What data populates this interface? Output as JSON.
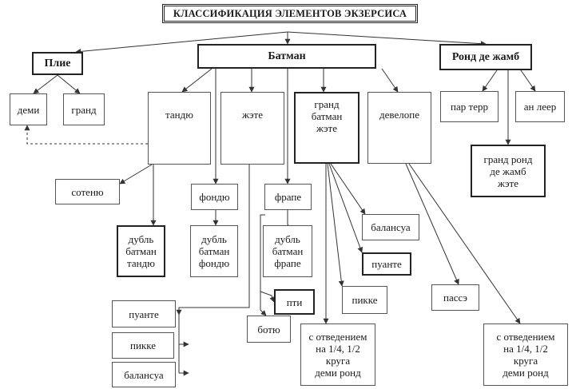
{
  "title": "КЛАССИФИКАЦИЯ ЭЛЕМЕНТОВ ЭКЗЕРСИСА",
  "nodes": {
    "plie": "Плие",
    "batman": "Батман",
    "rond_de_jambe": "Ронд де жамб",
    "demi": "деми",
    "grand": "гранд",
    "tendu": "тандю",
    "jete": "жэте",
    "grand_battement_jete": "гранд\nбатман\nжэте",
    "developpe": "девелопе",
    "par_terre": "пар терр",
    "en_lair": "ан леер",
    "grand_rond_de_jambe_jete": "гранд ронд\nде жамб\nжэте",
    "soutenu": "сотеню",
    "fondu": "фондю",
    "frappe": "фрапе",
    "double_battement_tendu": "дубль\nбатман\nтандю",
    "double_battement_fondu": "дубль\nбатман\nфондю",
    "double_battement_frappe": "дубль\nбатман\nфрапе",
    "balancoire_1": "балансуа",
    "pointe_1": "пуанте",
    "piquet_1": "пикке",
    "petit": "пти",
    "battu": "ботю",
    "passe": "пассэ",
    "pointe_2": "пуанте",
    "piquet_2": "пикке",
    "balancoire_2": "балансуа",
    "with_turn_1": "с отведением\nна 1/4, 1/2\nкруга\nдеми ронд",
    "with_turn_2": "с отведением\nна 1/4, 1/2\nкруга\nдеми ронд"
  }
}
